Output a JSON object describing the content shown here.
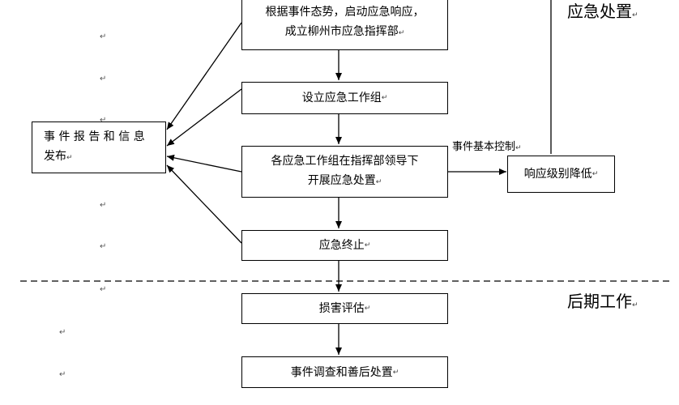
{
  "nodes": {
    "activate": {
      "line1": "根据事件态势，启动应急响应，",
      "line2": "成立柳州市应急指挥部"
    },
    "setup_group": {
      "text": "设立应急工作组"
    },
    "groups_handle": {
      "line1": "各应急工作组在指挥部领导下",
      "line2": "开展应急处置"
    },
    "terminate": {
      "text": "应急终止"
    },
    "report": {
      "line1": "事 件 报 告 和 信 息",
      "line2": "发布"
    },
    "downgrade": {
      "text": "响应级别降低"
    },
    "assess": {
      "text": "损害评估"
    },
    "investigate": {
      "text": "事件调查和善后处置"
    }
  },
  "edge_labels": {
    "basic_control": "事件基本控制"
  },
  "phases": {
    "emergency": "应急处置",
    "post": "后期工作"
  },
  "marks": {
    "return": "↵"
  }
}
